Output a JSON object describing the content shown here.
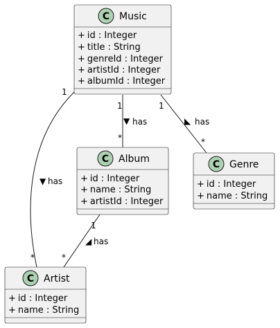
{
  "classes": {
    "music": {
      "stereotype": "C",
      "name": "Music",
      "attributes": [
        {
          "visibility": "+",
          "text": "id : Integer"
        },
        {
          "visibility": "+",
          "text": "title : String"
        },
        {
          "visibility": "+",
          "text": "genreId : Integer"
        },
        {
          "visibility": "+",
          "text": "artistId : Integer"
        },
        {
          "visibility": "+",
          "text": "albumId : Integer"
        }
      ]
    },
    "album": {
      "stereotype": "C",
      "name": "Album",
      "attributes": [
        {
          "visibility": "+",
          "text": "id : Integer"
        },
        {
          "visibility": "+",
          "text": "name : String"
        },
        {
          "visibility": "+",
          "text": "artistId : Integer"
        }
      ]
    },
    "genre": {
      "stereotype": "C",
      "name": "Genre",
      "attributes": [
        {
          "visibility": "+",
          "text": "id : Integer"
        },
        {
          "visibility": "+",
          "text": "name : String"
        }
      ]
    },
    "artist": {
      "stereotype": "C",
      "name": "Artist",
      "attributes": [
        {
          "visibility": "+",
          "text": "id : Integer"
        },
        {
          "visibility": "+",
          "text": "name : String"
        }
      ]
    }
  },
  "relations": {
    "music_album": {
      "label": "has",
      "arrow": "▼",
      "from_mult": "1",
      "to_mult": "*"
    },
    "music_genre": {
      "label": "has",
      "arrow": "◣",
      "from_mult": "1",
      "to_mult": "*"
    },
    "music_artist": {
      "label": "has",
      "arrow": "▼",
      "from_mult": "1",
      "to_mult": "*"
    },
    "album_artist": {
      "label": "has",
      "arrow": "◢",
      "from_mult": "1",
      "to_mult": "*"
    }
  }
}
